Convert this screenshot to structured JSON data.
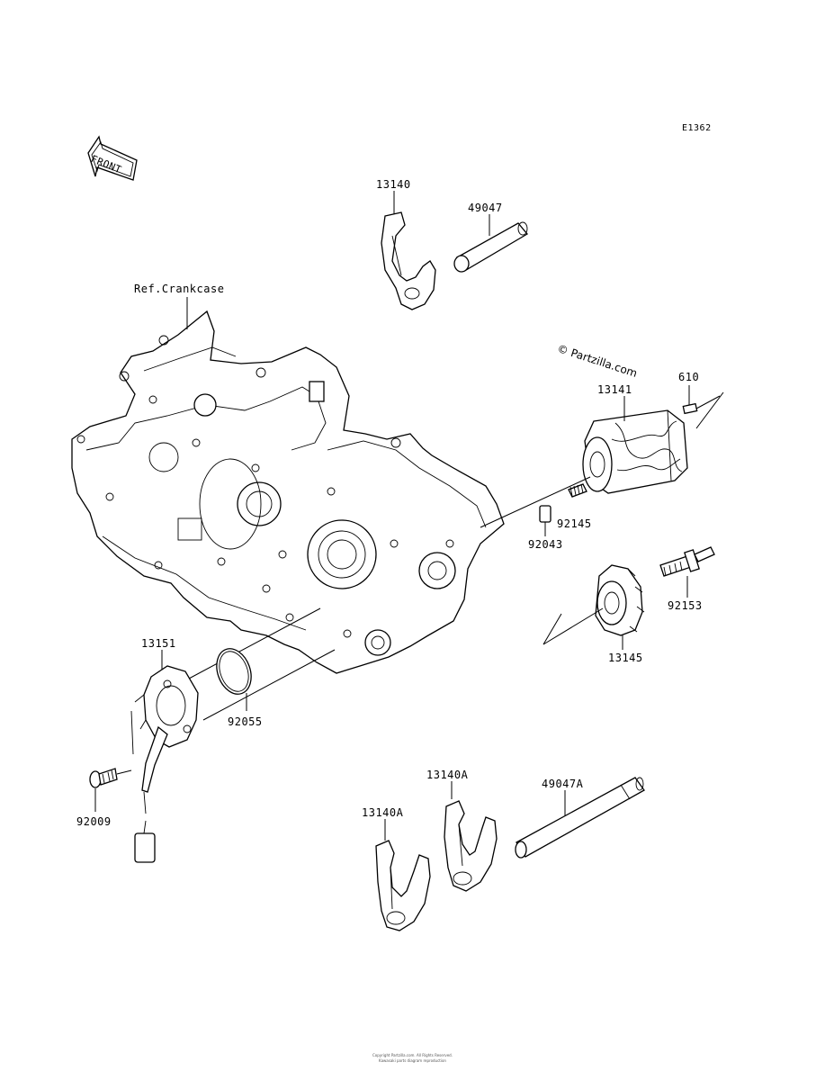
{
  "diagram_code": "E1362",
  "front_label": "FRONT",
  "ref_label": "Ref.Crankcase",
  "watermark": "© Partzilla.com",
  "parts": {
    "p13140": "13140",
    "p49047": "49047",
    "p610": "610",
    "p13141": "13141",
    "p92145": "92145",
    "p92043": "92043",
    "p92153": "92153",
    "p13145": "13145",
    "p13151": "13151",
    "p92055": "92055",
    "p92009": "92009",
    "p13140A_top": "13140A",
    "p13140A_left": "13140A",
    "p49047A": "49047A"
  },
  "footer": {
    "line1": "Copyright Partzilla.com. All Rights Reserved.",
    "line2": "Kawasaki parts diagram reproduction"
  }
}
